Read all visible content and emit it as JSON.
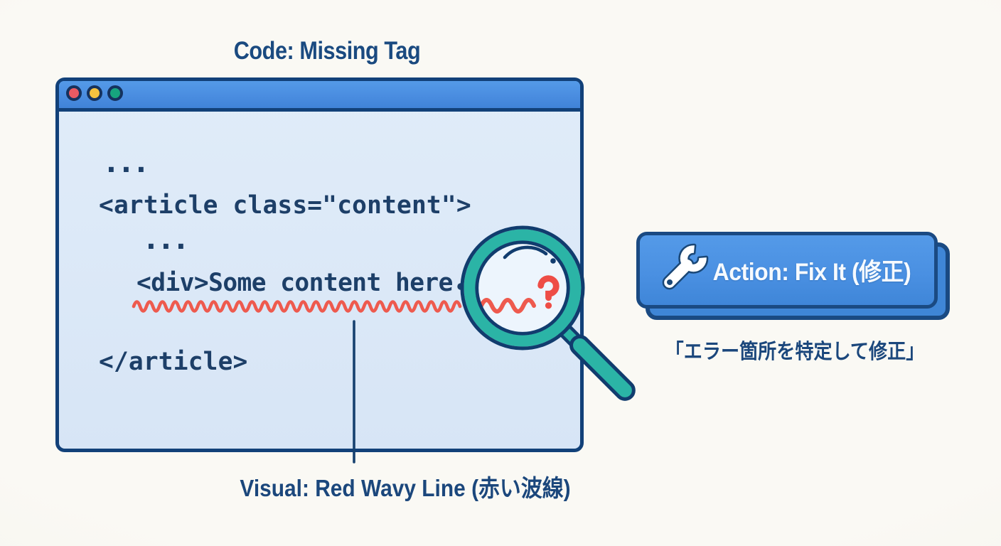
{
  "title": "Code: Missing Tag",
  "window": {
    "traffic_lights": [
      {
        "name": "close",
        "color": "#ea5a63"
      },
      {
        "name": "minimize",
        "color": "#f4c23f"
      },
      {
        "name": "zoom",
        "color": "#17a57e"
      }
    ],
    "code_lines": [
      "...",
      "<article class=\"content\">",
      "...",
      "<div>Some content here.",
      "</article>"
    ]
  },
  "error": {
    "marker": "red-wavy-underline",
    "color": "#ee5a4e"
  },
  "magnifier": {
    "question_mark": "?",
    "glass_color": "#2cb5a6"
  },
  "button": {
    "label": "Action: Fix It (修正)",
    "icon": "wrench-icon",
    "fill": "#4a90e2"
  },
  "captions": {
    "visual": "Visual: Red Wavy Line (赤い波線)",
    "action": "「エラー箇所を特定して修正」"
  },
  "colors": {
    "background": "#f8f6f0",
    "ink_navy": "#1b477c",
    "window_border": "#124179",
    "titlebar_blue": "#4a8de0",
    "window_body": "#dce9f7",
    "teal": "#2cb5a6",
    "error_red": "#ee5a4e"
  }
}
